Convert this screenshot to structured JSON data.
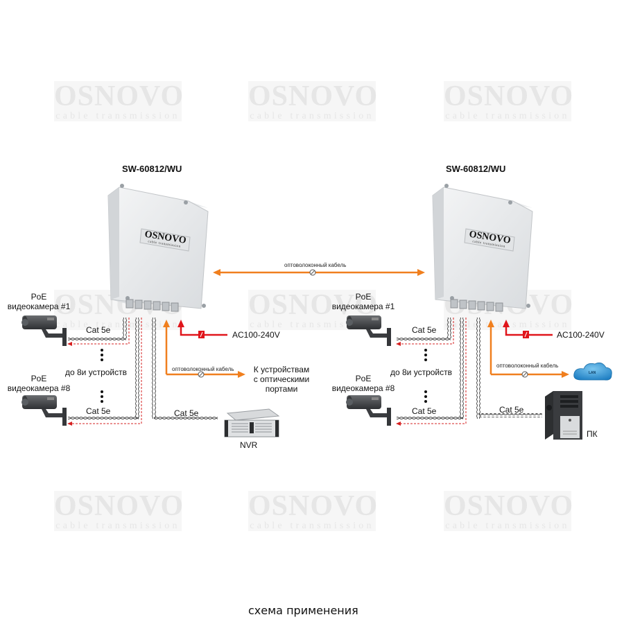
{
  "watermark": {
    "brand": "OSNOVO",
    "tagline": "cable transmission"
  },
  "sites": [
    {
      "device_model": "SW-60812/WU",
      "device_badge": {
        "brand": "OSNOVO",
        "tagline": "cable transmission"
      },
      "camera_first": {
        "line1": "PoE",
        "line2": "видеокамера #1"
      },
      "camera_last": {
        "line1": "PoE",
        "line2": "видеокамера #8"
      },
      "cable_top": "Cat 5e",
      "cable_bottom": "Cat 5e",
      "devices_count": "до 8и устройств",
      "power": "AC100-240V",
      "fiber_label": "оптоволоконный кабель",
      "fiber_target": [
        "К устройствам",
        "с оптическими",
        "портами"
      ],
      "uplink_cable": "Cat 5e",
      "uplink_device": "NVR"
    },
    {
      "device_model": "SW-60812/WU",
      "device_badge": {
        "brand": "OSNOVO",
        "tagline": "cable transmission"
      },
      "camera_first": {
        "line1": "PoE",
        "line2": "видеокамера #1"
      },
      "camera_last": {
        "line1": "PoE",
        "line2": "видеокамера #8"
      },
      "cable_top": "Cat 5e",
      "cable_bottom": "Cat 5e",
      "devices_count": "до 8и устройств",
      "power": "AC100-240V",
      "fiber_label": "оптоволоконный кабель",
      "fiber_target": "LAN",
      "uplink_cable": "Cat 5e",
      "uplink_device": "ПК"
    }
  ],
  "link": {
    "label": "оптоволоконный кабель"
  },
  "caption": "схема применения",
  "colors": {
    "fiber": "#f07f1e",
    "power": "#e0151b",
    "poe_dashed": "#d62020",
    "cable": "#444444",
    "lan_cloud": "#2a8fd0"
  }
}
